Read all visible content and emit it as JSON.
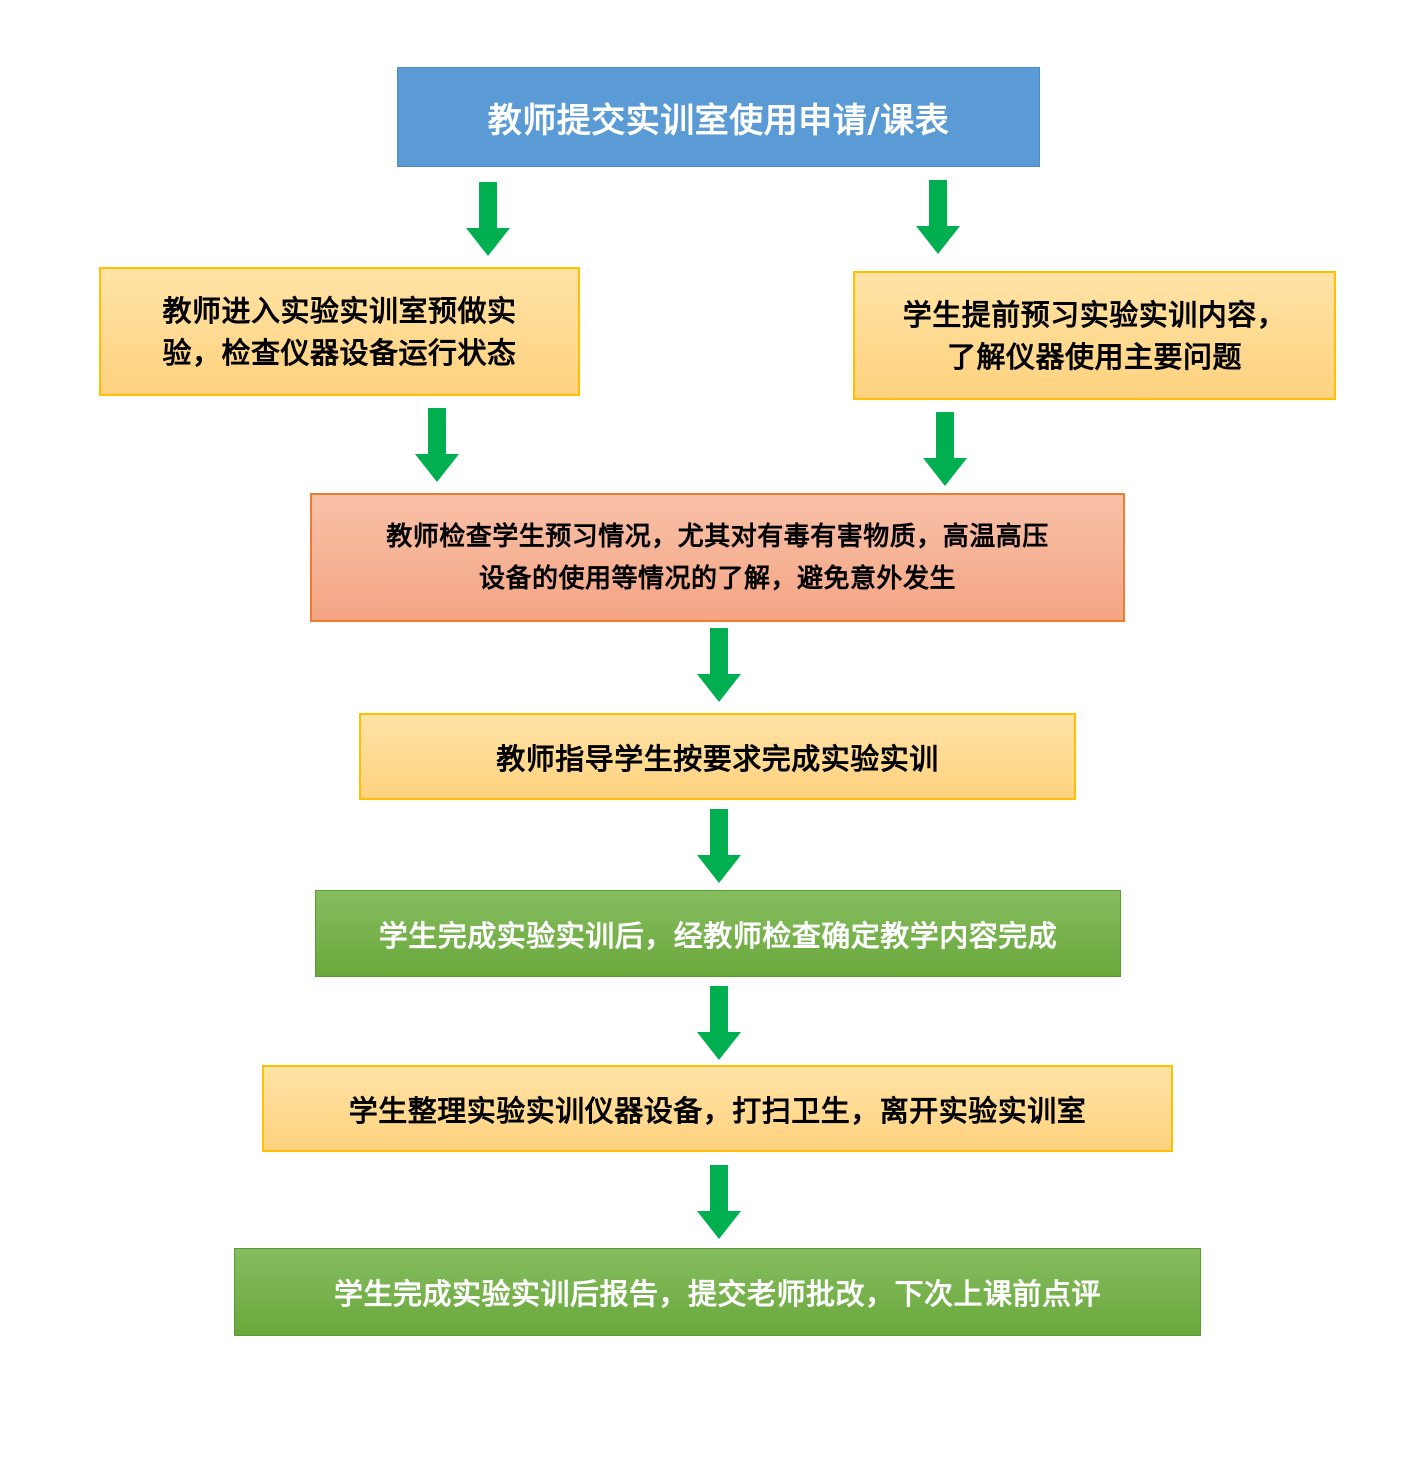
{
  "colors": {
    "blue_box": "#5b9bd5",
    "yellow_box": "#ffd27f",
    "yellow_border": "#ffc000",
    "salmon_box": "#f4a584",
    "salmon_border": "#ed7d31",
    "green_box": "#6aa83c",
    "arrow": "#00b050"
  },
  "flow": {
    "step_submit": "教师提交实训室使用申请/课表",
    "step_teacher_prep_line1": "教师进入实验实训室预做实",
    "step_teacher_prep_line2": "验，检查仪器设备运行状态",
    "step_student_preview_line1": "学生提前预习实验实训内容，",
    "step_student_preview_line2": "了解仪器使用主要问题",
    "step_check_preview_line1": "教师检查学生预习情况，尤其对有毒有害物质，高温高压",
    "step_check_preview_line2": "设备的使用等情况的了解，避免意外发生",
    "step_guide": "教师指导学生按要求完成实验实训",
    "step_confirm": "学生完成实验实训后，经教师检查确定教学内容完成",
    "step_cleanup": "学生整理实验实训仪器设备，打扫卫生，离开实验实训室",
    "step_report": "学生完成实验实训后报告，提交老师批改，下次上课前点评"
  },
  "arrows": [
    {
      "id": "arrow-submit-to-teacher-prep"
    },
    {
      "id": "arrow-submit-to-student-preview"
    },
    {
      "id": "arrow-teacher-prep-to-check"
    },
    {
      "id": "arrow-student-preview-to-check"
    },
    {
      "id": "arrow-check-to-guide"
    },
    {
      "id": "arrow-guide-to-confirm"
    },
    {
      "id": "arrow-confirm-to-cleanup"
    },
    {
      "id": "arrow-cleanup-to-report"
    }
  ]
}
